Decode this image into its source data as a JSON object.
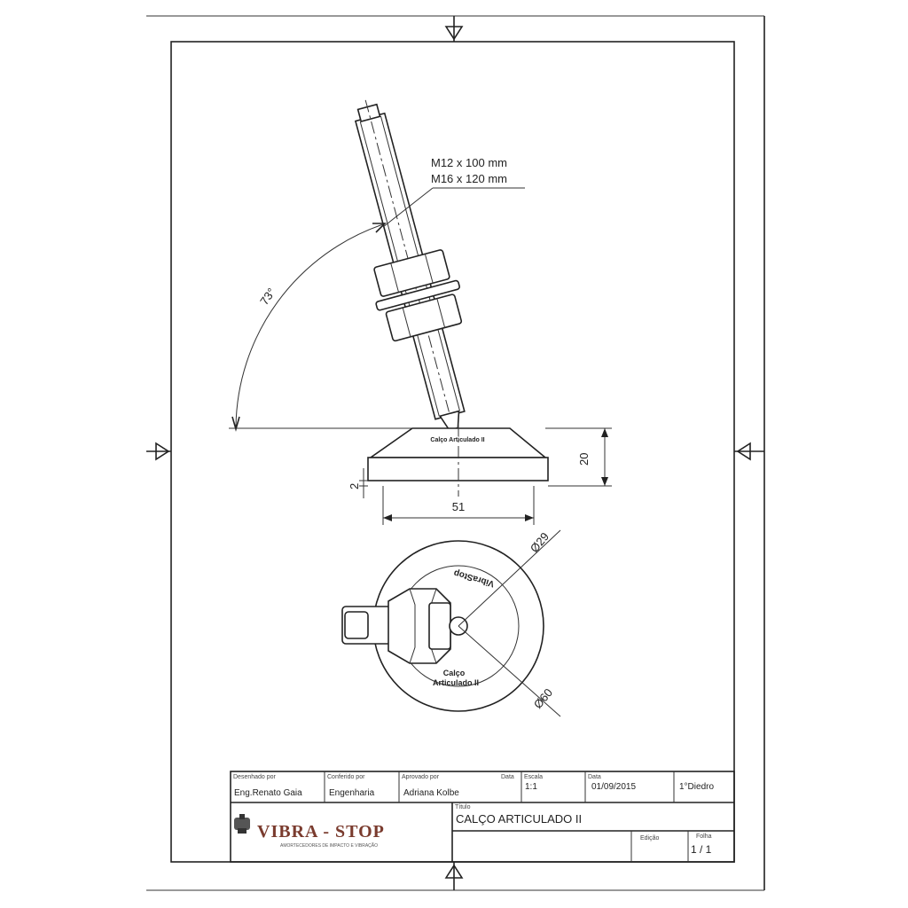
{
  "drawing": {
    "thread_spec_1": "M12 x 100 mm",
    "thread_spec_2": "M16 x 120 mm",
    "angle": "73°",
    "dim_height": "20",
    "dim_base": "2",
    "dim_width": "51",
    "dia_inner": "Ø29",
    "dia_outer": "Ø60",
    "pad_label_side": "Calço Articulado II",
    "pad_label_top_1": "VibraStop",
    "pad_label_top_2": "Calço",
    "pad_label_top_3": "Articulado II"
  },
  "title_block": {
    "drawn_by_label": "Desenhado por",
    "drawn_by": "Eng.Renato Gaia",
    "checked_by_label": "Conferido por",
    "checked_by": "Engenharia",
    "approved_by_label": "Aprovado por",
    "approved_by": "Adriana Kolbe",
    "date_label_1": "Data",
    "scale_label": "Escala",
    "scale": "1:1",
    "date_label_2": "Data",
    "date": "01/09/2015",
    "projection": "1°Diedro",
    "title_label": "Título",
    "title": "CALÇO ARTICULADO II",
    "edition_label": "Edição",
    "sheet_label": "Folha",
    "sheet": "1 / 1",
    "company": "VIBRA - STOP",
    "company_tagline": "AMORTECEDORES DE IMPACTO E VIBRAÇÃO"
  }
}
